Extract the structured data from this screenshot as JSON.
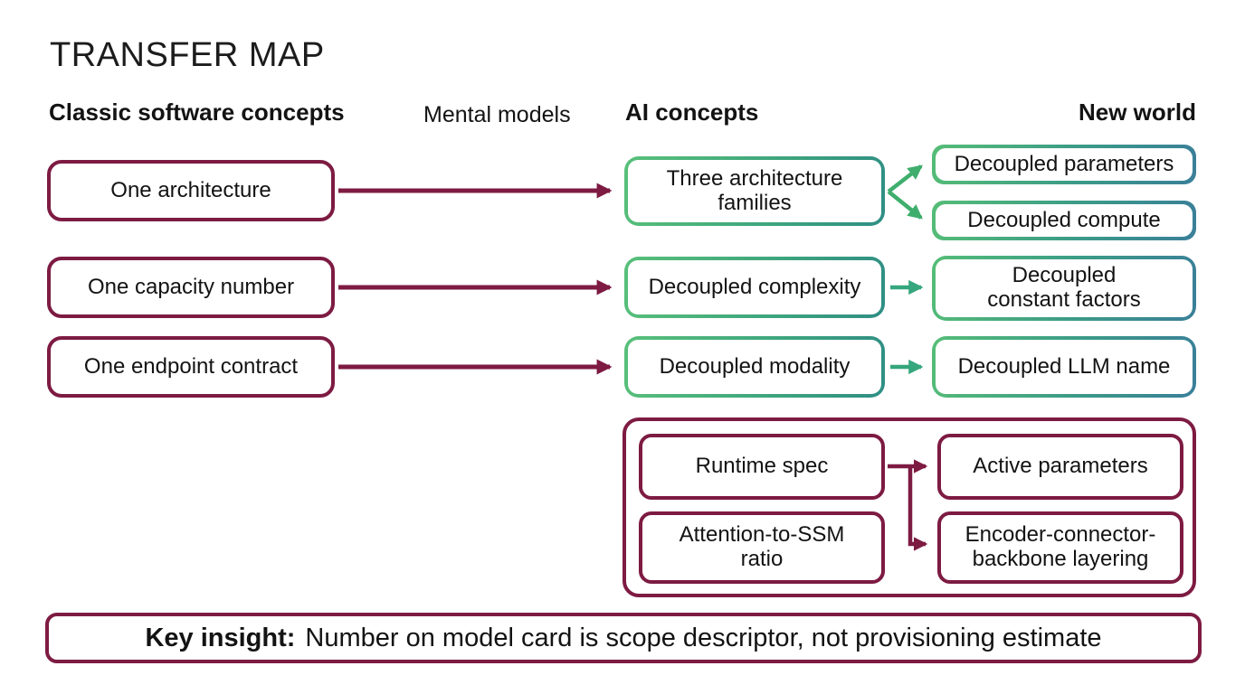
{
  "title": "TRANSFER MAP",
  "headers": {
    "classic": "Classic software concepts",
    "mental": "Mental models",
    "ai": "AI concepts",
    "new_world": "New world"
  },
  "boxes": {
    "one_architecture": [
      "One architecture"
    ],
    "one_capacity_number": [
      "One capacity number"
    ],
    "one_endpoint_contract": [
      "One endpoint contract"
    ],
    "three_architecture_families": [
      "Three architecture",
      "families"
    ],
    "decoupled_complexity": [
      "Decoupled complexity"
    ],
    "decoupled_modality": [
      "Decoupled modality"
    ],
    "decoupled_parameters": [
      "Decoupled parameters"
    ],
    "decoupled_compute": [
      "Decoupled compute"
    ],
    "decoupled_constant_factors": [
      "Decoupled",
      "constant factors"
    ],
    "decoupled_llm_name": [
      "Decoupled LLM name"
    ],
    "runtime_spec": [
      "Runtime spec"
    ],
    "active_parameters": [
      "Active parameters"
    ],
    "attention_to_ssm_ratio": [
      "Attention-to-SSM",
      "ratio"
    ],
    "encoder_connector_backbone_layering": [
      "Encoder-connector-",
      "backbone layering"
    ]
  },
  "key_insight": {
    "label": "Key insight:",
    "text": "Number on model card is scope descriptor, not provisioning estimate"
  },
  "colors": {
    "maroon": "#7d1b42",
    "green": "#4dbb74",
    "green_arrow": "#3fae6d",
    "teal": "#2f8e84",
    "blue_teal": "#3a7f99",
    "text": "#131313",
    "background": "#ffffff"
  }
}
